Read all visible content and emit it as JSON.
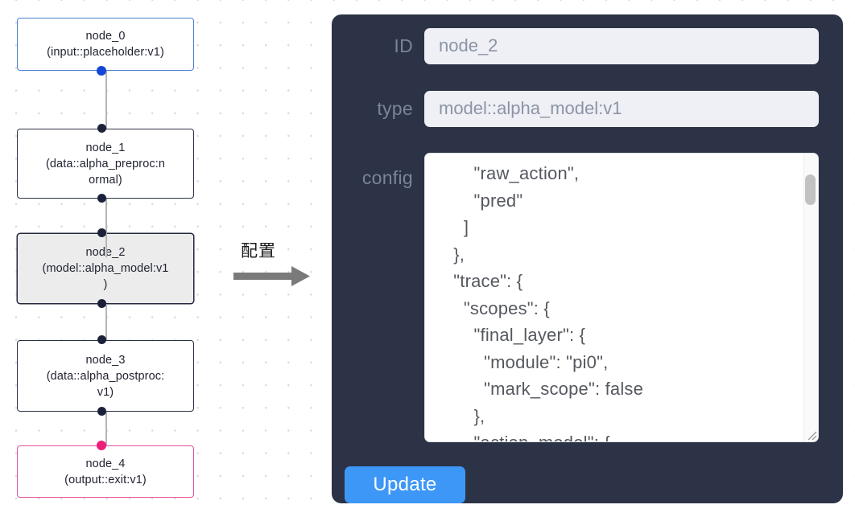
{
  "canvas": {
    "background": "#ffffff",
    "dot_color": "#d8d8e2"
  },
  "graph": {
    "nodes": [
      {
        "id": "node_0",
        "label": "node_0\n(input::placeholder:v1)",
        "kind": "input",
        "selected": false,
        "border_color": "#4a7fd4",
        "handle_color": "#1447d6"
      },
      {
        "id": "node_1",
        "label": "node_1\n(data::alpha_preproc:n\normal)",
        "kind": "default",
        "selected": false,
        "border_color": "#2b3145",
        "handle_color": "#1b2138"
      },
      {
        "id": "node_2",
        "label": "node_2\n(model::alpha_model:v1\n)",
        "kind": "model",
        "selected": true,
        "border_color": "#22263a",
        "handle_color": "#1b2138"
      },
      {
        "id": "node_3",
        "label": "node_3\n(data::alpha_postproc:\nv1)",
        "kind": "default",
        "selected": false,
        "border_color": "#2b3145",
        "handle_color": "#1b2138"
      },
      {
        "id": "node_4",
        "label": "node_4\n(output::exit:v1)",
        "kind": "output",
        "selected": false,
        "border_color": "#e3509b",
        "handle_color": "#ec1e79"
      }
    ]
  },
  "annotation": {
    "arrow_label": "配置",
    "arrow_color": "#7a7a7a"
  },
  "panel": {
    "background": "#2c3346",
    "fields": {
      "id": {
        "label": "ID",
        "value": "node_2",
        "placeholder": "node_2"
      },
      "type": {
        "label": "type",
        "value": "model::alpha_model:v1",
        "placeholder": "model::alpha_model:v1"
      },
      "config": {
        "label": "config",
        "value": "        \"raw_action\",\n        \"pred\"\n      ]\n    },\n    \"trace\": {\n      \"scopes\": {\n        \"final_layer\": {\n          \"module\": \"pi0\",\n          \"mark_scope\": false\n        },\n        \"action_model\": {",
        "lines": [
          "        \"raw_action\",",
          "        \"pred\"",
          "      ]",
          "    },",
          "    \"trace\": {",
          "      \"scopes\": {",
          "        \"final_layer\": {",
          "          \"module\": \"pi0\",",
          "          \"mark_scope\": false",
          "        },",
          "        \"action_model\": {"
        ],
        "scroll_position": "middle"
      }
    },
    "update_button": {
      "label": "Update",
      "color": "#3d97f7"
    }
  }
}
